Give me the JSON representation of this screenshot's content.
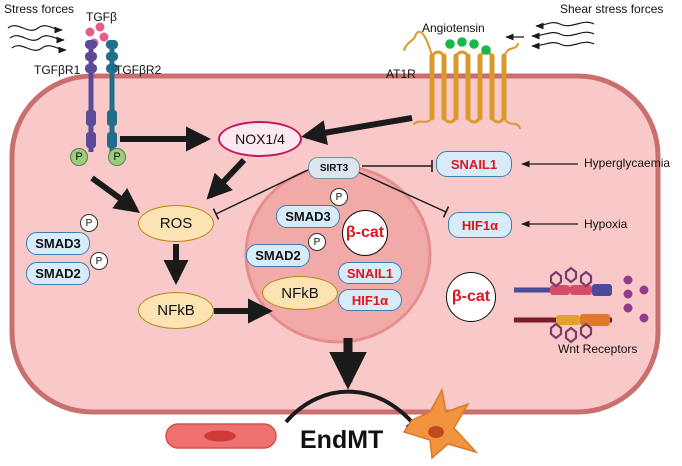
{
  "labels": {
    "stress_forces": "Stress forces",
    "shear_stress_forces": "Shear stress forces",
    "tgfb": "TGFβ",
    "tgfbr1": "TGFβR1",
    "tgfbr2": "TGFβR2",
    "angiotensin": "Angiotensin",
    "at1r": "AT1R",
    "hyperglycaemia": "Hyperglycaemia",
    "hypoxia": "Hypoxia",
    "wnt_receptors": "Wnt Receptors",
    "endmt": "EndMT"
  },
  "nodes": {
    "nox": "NOX1/4",
    "sirt3": "SIRT3",
    "ros": "ROS",
    "nfkb_cytoplasm": "NFkB",
    "nfkb_nucleus": "NFkB",
    "smad3_cytoplasm": "SMAD3",
    "smad2_cytoplasm": "SMAD2",
    "smad3_nucleus": "SMAD3",
    "smad2_nucleus": "SMAD2",
    "snail1_cytoplasm": "SNAIL1",
    "hif1a_cytoplasm": "HIF1α",
    "snail1_nucleus": "SNAIL1",
    "hif1a_nucleus": "HIF1α",
    "bcat_nucleus": "β-cat",
    "bcat_cytoplasm": "β-cat",
    "phospho": "P"
  },
  "colors": {
    "cell_fill": "#f8c9c8",
    "cell_border": "#c9706f",
    "nucleus_fill": "#f2aaa9",
    "receptor_r1": "#5b4a9a",
    "receptor_r2": "#1f6f8b",
    "tgfb_ligand": "#e85d87",
    "angiotensin": "#19b84a",
    "at1r": "#d99a2b",
    "nox_border": "#c2185b",
    "red_text": "#e0141e",
    "pill_border": "#3a7fb5",
    "pill_fill": "#d7ebf8"
  }
}
